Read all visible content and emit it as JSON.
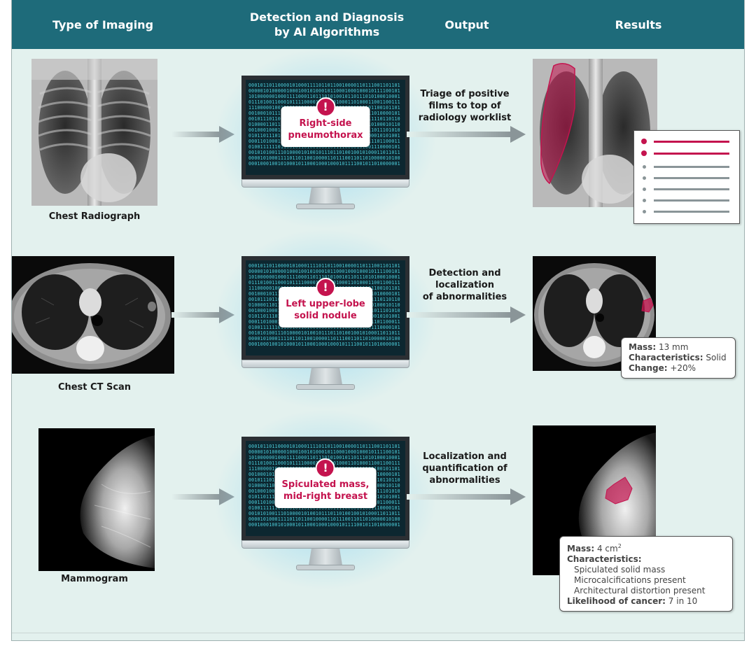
{
  "header": {
    "col1": "Type of Imaging",
    "col2_line1": "Detection and Diagnosis",
    "col2_line2": "by AI Algorithms",
    "col3": "Output",
    "col4": "Results"
  },
  "colors": {
    "header_bg": "#1e6b7a",
    "panel_bg": "#e3f1ee",
    "alert": "#c4134e",
    "arrow": "#8a9598",
    "screen_text": "#4fd6e4"
  },
  "rows": [
    {
      "caption": "Chest Radiograph",
      "alert_lines": [
        "Right-side",
        "pneumothorax"
      ],
      "output_lines": [
        "Triage of positive",
        "films to top of",
        "radiology worklist"
      ],
      "worklist": {
        "flagged": 2,
        "total": 7
      }
    },
    {
      "caption": "Chest CT Scan",
      "alert_lines": [
        "Left upper-lobe",
        "solid nodule"
      ],
      "output_lines": [
        "Detection and",
        "localization",
        "of abnormalities"
      ],
      "result": [
        {
          "label": "Mass:",
          "value": "13 mm"
        },
        {
          "label": "Characteristics:",
          "value": "Solid"
        },
        {
          "label": "Change:",
          "value": "+20%"
        }
      ]
    },
    {
      "caption": "Mammogram",
      "alert_lines": [
        "Spiculated mass,",
        "mid-right breast"
      ],
      "output_lines": [
        "Localization and",
        "quantification of",
        "abnormalities"
      ],
      "result": {
        "mass_label": "Mass:",
        "mass_value": "4 cm",
        "mass_sup": "2",
        "char_label": "Characteristics:",
        "char_items": [
          "Spiculated solid mass",
          "Microcalcifications present",
          "Architectural distortion present"
        ],
        "likelihood_label": "Likelihood of cancer:",
        "likelihood_value": "7 in 10"
      }
    }
  ],
  "binary_text": "000101101100001010001111011011001000011011100110110100000101000001000100101000101100010001000101111001011010000001000111100011011101010010110111010100010001011101001100010111100001010100100011010001100110011111100000100101010000111011000110100111111011001011010010001011110000101001110000101001010100111010000101001011101101001001010001101101100001010001111011011001000011011100110110100000101000001000100101000101100010001000101111001011010000001000111100011011101010010110111010100010001011101001100010111100001010100100011010001100110011111100000100101010000111011000110100111111011001011010010001011110000101001110000101001010100111010000101001011101101001001010001101101100001010001111011011001000011011100110110100000101000001000100101000101100010001000101111001011010000001"
}
